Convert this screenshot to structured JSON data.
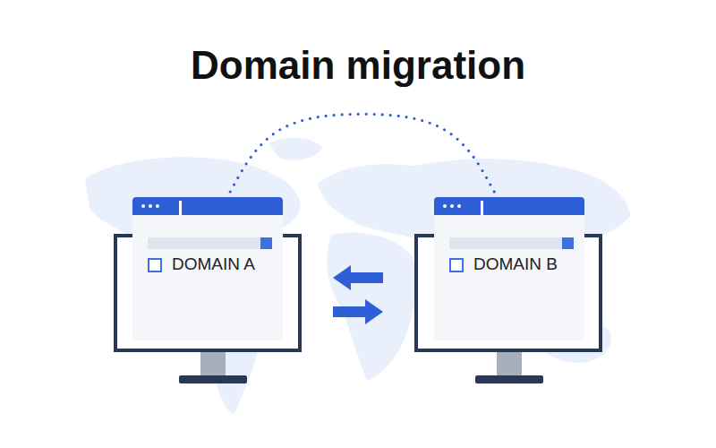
{
  "diagram": {
    "title": "Domain migration",
    "nodes": [
      {
        "text": [
          "DOMAIN A"
        ]
      },
      {
        "text": [
          "DOMAIN B"
        ]
      }
    ],
    "edges": [
      {
        "from": 0,
        "to": 1,
        "arrow": "none"
      }
    ]
  }
}
